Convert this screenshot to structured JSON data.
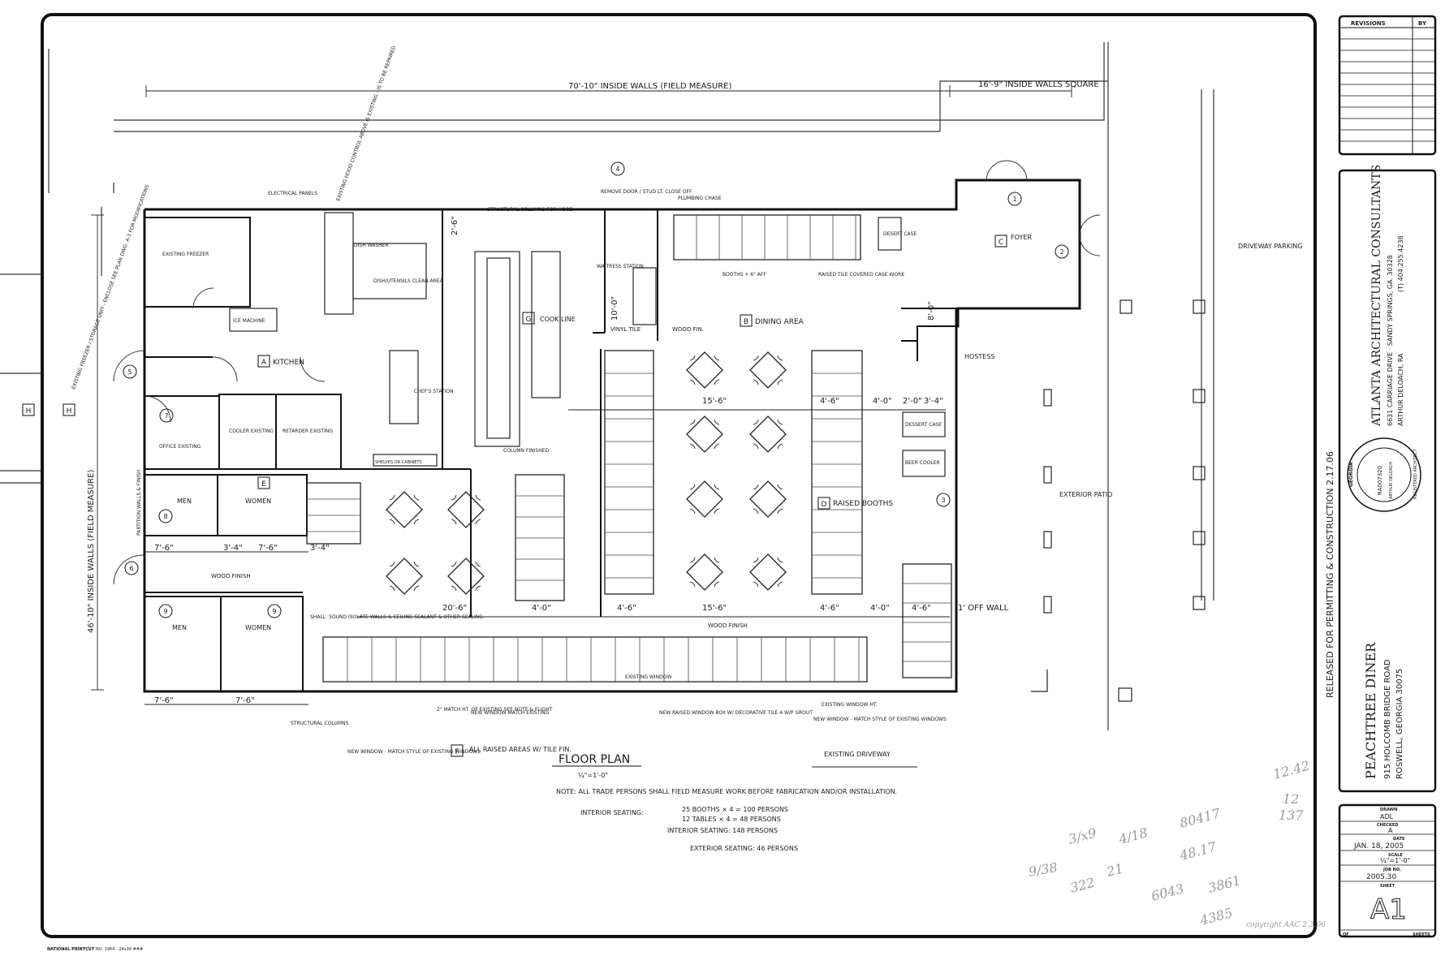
{
  "drawing": {
    "title": "FLOOR PLAN",
    "scale_note": "¼\"=1'-0\"",
    "released_note": "RELEASED FOR PERMITTING & CONSTRUCTION  2.17.06",
    "copyright": "copyright AAC 2.3.06",
    "paper_brand": "NATIONAL PRINTCUT",
    "paper_code": "NO. 1964 - 24x36 ###"
  },
  "dimensions": {
    "width": "70'-10\" INSIDE WALLS (FIELD MEASURE)",
    "depth": "46'-10\" INSIDE WALLS (FIELD MEASURE)",
    "foyer": "16'-9\" INSIDE WALLS SQUARE",
    "d_7_6a": "7'-6\"",
    "d_3_4a": "3'-4\"",
    "d_7_6b": "7'-6\"",
    "d_3_4b": "3'-4\"",
    "d_7_6c": "7'-6\"",
    "d_7_6d": "7'-6\"",
    "d_20_6": "20'-6\"",
    "d_4_0a": "4'-0\"",
    "d_4_6a": "4'-6\"",
    "d_15_6a": "15'-6\"",
    "d_4_6b": "4'-6\"",
    "d_4_0b": "4'-0\"",
    "d_4_6c": "4'-6\"",
    "d_1off": "1' OFF WALL",
    "d_15_6b": "15'-6\"",
    "d_4_6d": "4'-6\"",
    "d_4_0c": "4'-0\"",
    "d_2_0": "2'-0\"",
    "d_3_4c": "3'-4\"",
    "d_8_0": "8'-0\"",
    "d_10_0": "10'-0\"",
    "d_2_6": "2'-6\""
  },
  "rooms": {
    "kitchen": "KITCHEN",
    "dining": "DINING AREA",
    "foyer": "FOYER",
    "hostess": "HOSTESS",
    "raised_booths": "RAISED BOOTHS",
    "cook_line": "COOK LINE",
    "men1": "MEN",
    "women1": "WOMEN",
    "men2": "MEN",
    "women2": "WOMEN",
    "office": "OFFICE EXISTING",
    "cooler": "COOLER EXISTING",
    "retarder": "RETARDER EXISTING",
    "freezer": "EXISTING FREEZER",
    "dish_washer": "DISH WASHER",
    "dish_utensils": "DISH/UTENSILS CLEAN AREA",
    "chefs_station": "CHEF'S STATION",
    "waitress_station": "WAITRESS STATION",
    "ice_machine": "ICE MACHINE",
    "desert_case": "DESERT CASE",
    "dessert_case2": "DESSERT CASE",
    "beer_cooler": "BEER COOLER",
    "exterior_patio": "EXTERIOR PATIO",
    "driveway_parking": "DRIVEWAY PARKING",
    "existing_driveway": "EXISTING DRIVEWAY",
    "vinyl_tile": "VINYL TILE",
    "wood_fin": "WOOD FIN.",
    "wood_finish1": "WOOD FINISH",
    "wood_finish2": "WOOD FINISH",
    "booths_6": "BOOTHS + 6\" AFF",
    "raised_tile": "RAISED TILE COVERED CASE WORK",
    "existing_window": "EXISTING WINDOW",
    "existing_window_ht": "EXISTING WINDOW HT.",
    "new_window_match": "NEW WINDOW - MATCH STYLE OF EXISTING WINDOWS",
    "new_window2": "NEW WINDOW - MATCH STYLE OF EXISTING WINDOWS",
    "new_raised_window": "NEW RAISED WINDOW BOX W/ DECORATIVE TILE 4 W/P GROUT",
    "new_window_match_existing": "NEW WINDOW MATCH EXISTING",
    "structural_columns": "STRUCTURAL COLUMNS",
    "structural_columns2": "STRUCTURAL COLUMNS FOR HOOD",
    "electrical_panels": "ELECTRICAL PANELS",
    "plumbing_chase": "PLUMBING CHASE",
    "remove_door": "REMOVE DOOR / STUD LT. CLOSE OFF",
    "shelves": "SHELVES OR CABINETS",
    "column_finished": "COLUMN FINISHED",
    "existing_hood_note": "EXISTING HOOD CONTROL ABOVE IS EXISTING - IS TO BE REPAIRED",
    "existing_freezer_note": "EXISTING FREEZER / STORAGE UNIT - ENCLOSE SEE PLAN DWG. A-3 FOR MODIFICATIONS",
    "all_raised": "ALL RAISED AREAS W/ TILE FIN.",
    "walls_note": "SHALL: SOUND ISOLATE WALLS & CEILING SEALANT & OTHER SEALING",
    "stud_note": "2\" MATCH HT. OF EXISTING SEE NOTE & FLIGHT",
    "partition": "PARTITION WALLS & FINISH"
  },
  "tags": {
    "a": "A",
    "b": "B",
    "c": "C",
    "d": "D",
    "e": "E",
    "f": "F",
    "g": "G",
    "h1": "H",
    "h2": "H"
  },
  "doors": [
    "1",
    "2",
    "3",
    "4",
    "5",
    "6",
    "7",
    "8",
    "9",
    "9"
  ],
  "notes": {
    "main": "NOTE: ALL TRADE PERSONS SHALL FIELD MEASURE WORK BEFORE FABRICATION AND/OR INSTALLATION.",
    "interior_label": "INTERIOR SEATING:",
    "line1": "25 BOOTHS × 4 = 100 PERSONS",
    "line2": "12 TABLES × 4 = 48 PERSONS",
    "total": "INTERIOR SEATING: 148 PERSONS",
    "exterior": "EXTERIOR SEATING: 46 PERSONS"
  },
  "pencil_notes": [
    "9/38",
    "3/x9",
    "322",
    "21",
    "4/18",
    "80417",
    "48.17",
    "6043",
    "3861",
    "4385",
    "12.42",
    "12",
    "137"
  ],
  "titleblock": {
    "revisions": "REVISIONS",
    "by": "BY",
    "project": "PEACHTREE DINER",
    "address1": "915 HOLCOMB BRIDGE ROAD",
    "address2": "ROSWELL, GEORGIA 30075",
    "firm": "ATLANTA ARCHITECTURAL CONSULTANTS",
    "firm_addr1": "6631 CARRIAGE DRIVE · SANDY SPRINGS, GA. 30328",
    "firm_addr2": "ARTHUR DELOACH, RA",
    "firm_phone": "(T) 404.255.4238",
    "seal_top": "GEORGIA",
    "seal_mid": "REGISTERED ARCHITECT",
    "seal_num": "RA007320",
    "seal_name": "ARTHUR DELOACH",
    "drawn_label": "DRAWN",
    "drawn_value": "ADL",
    "checked_label": "CHECKED",
    "checked_value": "A",
    "date_label": "DATE",
    "date_value": "JAN. 18, 2005",
    "scale_label": "SCALE",
    "scale_value": "¼\"=1'-0\"",
    "job_label": "JOB NO.",
    "job_value": "2005.30",
    "sheet_label": "SHEET",
    "sheet_value": "A1",
    "of_label": "OF",
    "sheets_label": "SHEETS"
  }
}
